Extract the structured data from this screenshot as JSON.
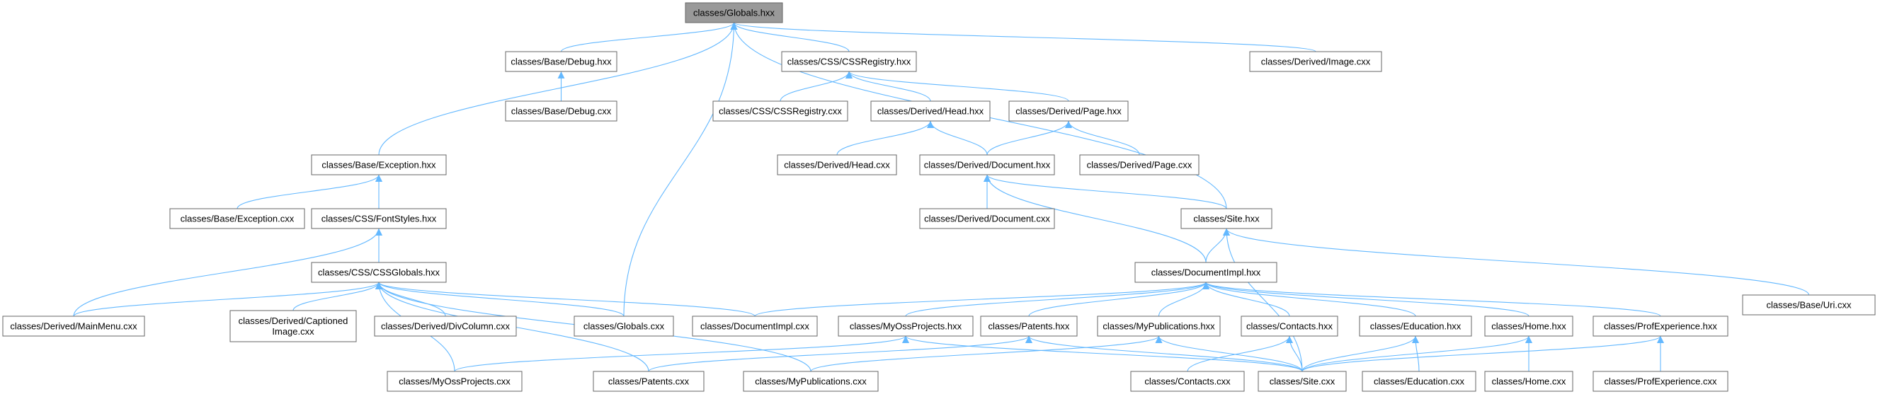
{
  "graph": {
    "title": "classes/Globals.hxx",
    "edge_color": "#63b8ff",
    "node_border_color": "#666666",
    "root_fill": "#999999",
    "nodes": [
      {
        "id": "n0",
        "label": "classes/Globals.hxx",
        "root": true
      },
      {
        "id": "n1",
        "label": "classes/Base/Debug.hxx"
      },
      {
        "id": "n2",
        "label": "classes/Base/Debug.cxx"
      },
      {
        "id": "n3",
        "label": "classes/CSS/CSSRegistry.hxx"
      },
      {
        "id": "n4",
        "label": "classes/CSS/CSSRegistry.cxx"
      },
      {
        "id": "n5",
        "label": "classes/Derived/Head.hxx"
      },
      {
        "id": "n6",
        "label": "classes/Derived/Page.hxx"
      },
      {
        "id": "n7",
        "label": "classes/Derived/Head.cxx"
      },
      {
        "id": "n8",
        "label": "classes/Derived/Document.hxx"
      },
      {
        "id": "n9",
        "label": "classes/Derived/Page.cxx"
      },
      {
        "id": "n10",
        "label": "classes/Derived/Image.cxx"
      },
      {
        "id": "n11",
        "label": "classes/Base/Exception.hxx"
      },
      {
        "id": "n12",
        "label": "classes/Base/Exception.cxx"
      },
      {
        "id": "n13",
        "label": "classes/CSS/FontStyles.hxx"
      },
      {
        "id": "n14",
        "label": "classes/Derived/Document.cxx"
      },
      {
        "id": "n15",
        "label": "classes/Site.hxx"
      },
      {
        "id": "n16",
        "label": "classes/CSS/CSSGlobals.hxx"
      },
      {
        "id": "n17",
        "label": "classes/DocumentImpl.hxx"
      },
      {
        "id": "n18",
        "label": "classes/Base/Uri.cxx"
      },
      {
        "id": "n19",
        "label": "classes/Derived/MainMenu.cxx"
      },
      {
        "id": "n20",
        "label": "classes/Derived/Captioned\nImage.cxx"
      },
      {
        "id": "n21",
        "label": "classes/Derived/DivColumn.cxx"
      },
      {
        "id": "n22",
        "label": "classes/Globals.cxx"
      },
      {
        "id": "n23",
        "label": "classes/DocumentImpl.cxx"
      },
      {
        "id": "n24",
        "label": "classes/MyOssProjects.hxx"
      },
      {
        "id": "n25",
        "label": "classes/Patents.hxx"
      },
      {
        "id": "n26",
        "label": "classes/MyPublications.hxx"
      },
      {
        "id": "n27",
        "label": "classes/Contacts.hxx"
      },
      {
        "id": "n28",
        "label": "classes/Education.hxx"
      },
      {
        "id": "n29",
        "label": "classes/Home.hxx"
      },
      {
        "id": "n30",
        "label": "classes/ProfExperience.hxx"
      },
      {
        "id": "n31",
        "label": "classes/MyOssProjects.cxx"
      },
      {
        "id": "n32",
        "label": "classes/Patents.cxx"
      },
      {
        "id": "n33",
        "label": "classes/MyPublications.cxx"
      },
      {
        "id": "n34",
        "label": "classes/Contacts.cxx"
      },
      {
        "id": "n35",
        "label": "classes/Site.cxx"
      },
      {
        "id": "n36",
        "label": "classes/Education.cxx"
      },
      {
        "id": "n37",
        "label": "classes/Home.cxx"
      },
      {
        "id": "n38",
        "label": "classes/ProfExperience.cxx"
      }
    ],
    "edges": [
      [
        "n0",
        "n1"
      ],
      [
        "n0",
        "n3"
      ],
      [
        "n0",
        "n10"
      ],
      [
        "n0",
        "n11"
      ],
      [
        "n0",
        "n15"
      ],
      [
        "n0",
        "n22"
      ],
      [
        "n1",
        "n2"
      ],
      [
        "n3",
        "n4"
      ],
      [
        "n3",
        "n5"
      ],
      [
        "n3",
        "n6"
      ],
      [
        "n5",
        "n7"
      ],
      [
        "n5",
        "n8"
      ],
      [
        "n6",
        "n8"
      ],
      [
        "n6",
        "n9"
      ],
      [
        "n8",
        "n14"
      ],
      [
        "n8",
        "n15"
      ],
      [
        "n8",
        "n17"
      ],
      [
        "n11",
        "n12"
      ],
      [
        "n11",
        "n13"
      ],
      [
        "n13",
        "n16"
      ],
      [
        "n13",
        "n19"
      ],
      [
        "n15",
        "n17"
      ],
      [
        "n15",
        "n18"
      ],
      [
        "n15",
        "n35"
      ],
      [
        "n16",
        "n19"
      ],
      [
        "n16",
        "n20"
      ],
      [
        "n16",
        "n21"
      ],
      [
        "n16",
        "n22"
      ],
      [
        "n16",
        "n23"
      ],
      [
        "n16",
        "n31"
      ],
      [
        "n16",
        "n32"
      ],
      [
        "n16",
        "n33"
      ],
      [
        "n17",
        "n23"
      ],
      [
        "n17",
        "n24"
      ],
      [
        "n17",
        "n25"
      ],
      [
        "n17",
        "n26"
      ],
      [
        "n17",
        "n27"
      ],
      [
        "n17",
        "n28"
      ],
      [
        "n17",
        "n29"
      ],
      [
        "n17",
        "n30"
      ],
      [
        "n24",
        "n31"
      ],
      [
        "n24",
        "n35"
      ],
      [
        "n25",
        "n32"
      ],
      [
        "n25",
        "n35"
      ],
      [
        "n26",
        "n33"
      ],
      [
        "n26",
        "n35"
      ],
      [
        "n27",
        "n34"
      ],
      [
        "n27",
        "n35"
      ],
      [
        "n28",
        "n35"
      ],
      [
        "n28",
        "n36"
      ],
      [
        "n29",
        "n35"
      ],
      [
        "n29",
        "n37"
      ],
      [
        "n30",
        "n35"
      ],
      [
        "n30",
        "n38"
      ]
    ]
  }
}
